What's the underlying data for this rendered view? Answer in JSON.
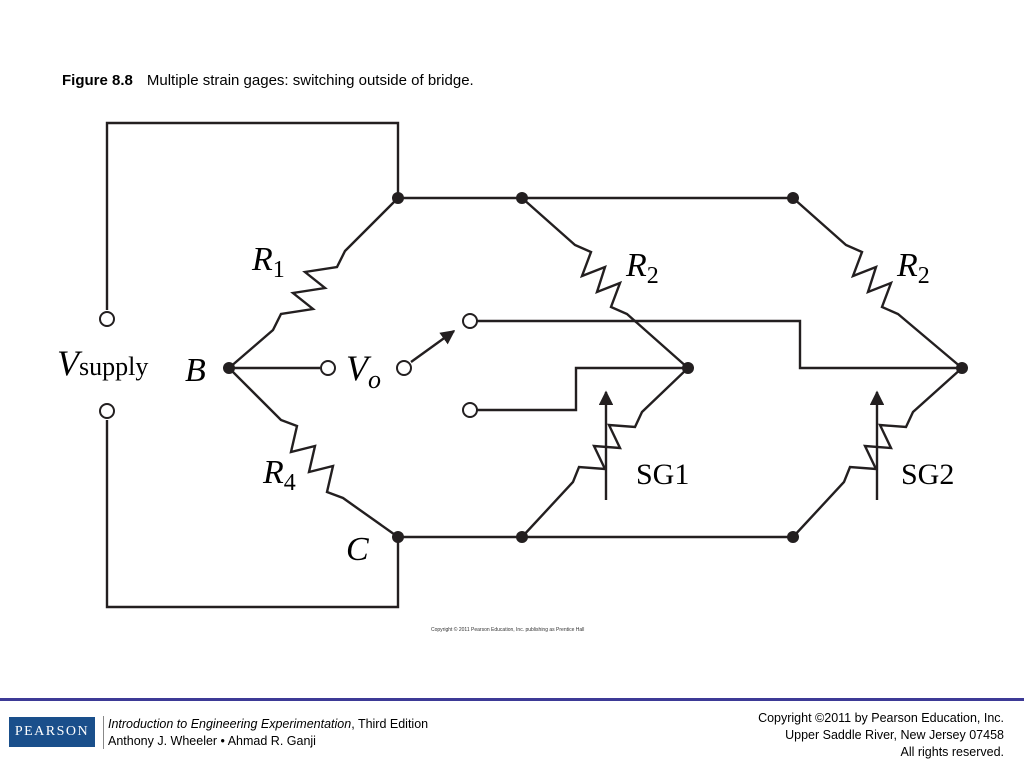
{
  "caption": {
    "figure_number": "Figure 8.8",
    "title": "Multiple strain gages: switching outside of bridge."
  },
  "diagram": {
    "labels": {
      "r1_letter": "R",
      "r1_sub": "1",
      "r2_letter": "R",
      "r2_sub": "2",
      "r2b_letter": "R",
      "r2b_sub": "2",
      "r4_letter": "R",
      "r4_sub": "4",
      "v_supply_letter": "V",
      "v_supply_sub": "supply",
      "node_b": "B",
      "node_c": "C",
      "vo_letter": "V",
      "vo_sub": "o",
      "sg1": "SG1",
      "sg2": "SG2"
    },
    "image_credit": "Copyright © 2011 Pearson Education, Inc. publishing as Prentice Hall"
  },
  "footer": {
    "logo": "PEARSON",
    "book_title": "Introduction to Engineering Experimentation",
    "edition": ", Third Edition",
    "authors": "Anthony J. Wheeler • Ahmad R. Ganji",
    "copyright_line1": "Copyright ©2011 by Pearson Education, Inc.",
    "copyright_line2": "Upper Saddle River, New Jersey 07458",
    "copyright_line3": "All rights reserved."
  },
  "colors": {
    "line": "#231f20",
    "footer_rule": "#3d3a96",
    "logo_bg": "#1a4f8b"
  }
}
